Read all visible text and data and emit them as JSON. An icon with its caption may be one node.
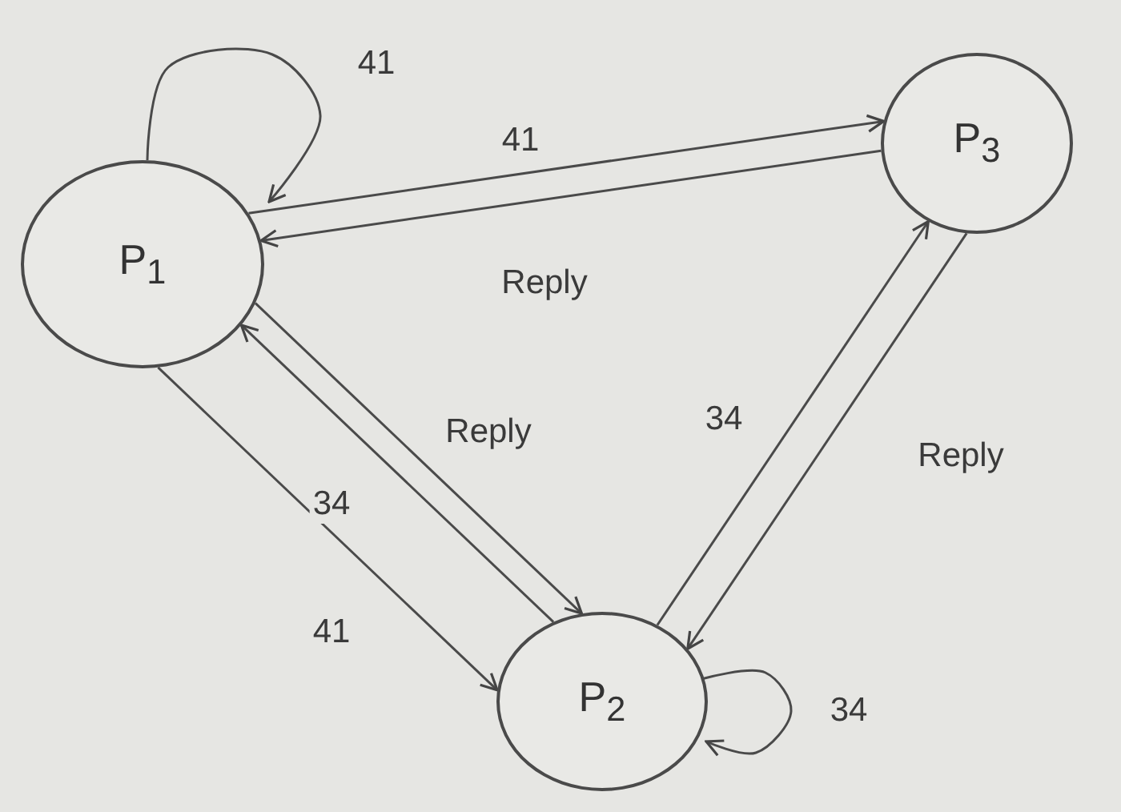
{
  "diagram": {
    "nodes": [
      {
        "text": [
          "P$_{1}$"
        ]
      },
      {
        "text": [
          "P$_{3}$"
        ]
      },
      {
        "text": [
          "P$_{2}$"
        ]
      }
    ],
    "edges": [
      {
        "from": 0,
        "to": 0,
        "arrow": "to",
        "label": "41"
      },
      {
        "from": 0,
        "to": 1,
        "arrow": "to",
        "label": "41"
      },
      {
        "from": 1,
        "to": 0,
        "arrow": "to",
        "label": "Reply"
      },
      {
        "from": 2,
        "to": 0,
        "arrow": "to",
        "label": "34"
      },
      {
        "from": 0,
        "to": 2,
        "arrow": "to",
        "label": "Reply"
      },
      {
        "from": 0,
        "to": 2,
        "arrow": "to",
        "label": "41"
      },
      {
        "from": 2,
        "to": 1,
        "arrow": "to",
        "label": "34"
      },
      {
        "from": 1,
        "to": 2,
        "arrow": "to",
        "label": "Reply"
      },
      {
        "from": 2,
        "to": 2,
        "arrow": "to",
        "label": "34"
      }
    ]
  }
}
